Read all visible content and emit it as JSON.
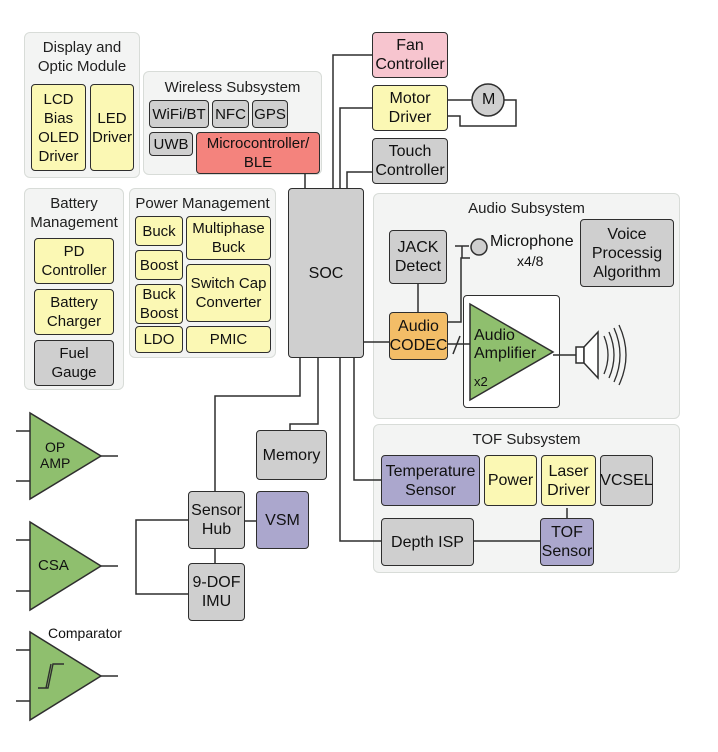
{
  "groups": {
    "display": {
      "title_line1": "Display and",
      "title_line2": "Optic Module"
    },
    "wireless": {
      "title": "Wireless Subsystem"
    },
    "battery": {
      "title_line1": "Battery",
      "title_line2": "Management"
    },
    "power": {
      "title": "Power Management"
    },
    "audio": {
      "title": "Audio Subsystem"
    },
    "tof": {
      "title": "TOF Subsystem"
    }
  },
  "blocks": {
    "lcd_bias_oled_driver": {
      "l1": "LCD",
      "l2": "Bias",
      "l3": "OLED",
      "l4": "Driver"
    },
    "led_driver": {
      "l1": "LED",
      "l2": "Driver"
    },
    "wifi_bt": "WiFi/BT",
    "nfc": "NFC",
    "gps": "GPS",
    "uwb": "UWB",
    "microcontroller_ble": {
      "l1": "Microcontroller/",
      "l2": "BLE"
    },
    "fan_controller": {
      "l1": "Fan",
      "l2": "Controller"
    },
    "motor_driver": {
      "l1": "Motor",
      "l2": "Driver"
    },
    "motor": "M",
    "touch_controller": {
      "l1": "Touch",
      "l2": "Controller"
    },
    "pd_controller": {
      "l1": "PD",
      "l2": "Controller"
    },
    "battery_charger": {
      "l1": "Battery",
      "l2": "Charger"
    },
    "fuel_gauge": {
      "l1": "Fuel",
      "l2": "Gauge"
    },
    "buck": "Buck",
    "multiphase_buck": {
      "l1": "Multiphase",
      "l2": "Buck"
    },
    "boost": "Boost",
    "buck_boost": {
      "l1": "Buck",
      "l2": "Boost"
    },
    "switch_cap_converter": {
      "l1": "Switch Cap",
      "l2": "Converter"
    },
    "ldo": "LDO",
    "pmic": "PMIC",
    "soc": "SOC",
    "jack_detect": {
      "l1": "JACK",
      "l2": "Detect"
    },
    "microphone": "Microphone",
    "microphone_count": "x4/8",
    "voice_algorithm": {
      "l1": "Voice",
      "l2": "Processig",
      "l3": "Algorithm"
    },
    "audio_codec": {
      "l1": "Audio",
      "l2": "CODEC"
    },
    "audio_amplifier": {
      "l1": "Audio",
      "l2": "Amplifier",
      "count": "x2"
    },
    "memory": "Memory",
    "temperature_sensor": {
      "l1": "Temperature",
      "l2": "Sensor"
    },
    "power": "Power",
    "laser_driver": {
      "l1": "Laser",
      "l2": "Driver"
    },
    "vcsel": "VCSEL",
    "depth_isp": "Depth ISP",
    "tof_sensor": {
      "l1": "TOF",
      "l2": "Sensor"
    },
    "sensor_hub": {
      "l1": "Sensor",
      "l2": "Hub"
    },
    "vsm": "VSM",
    "imu": {
      "l1": "9-DOF",
      "l2": "IMU"
    }
  },
  "amplifiers": {
    "op_amp": {
      "l1": "OP",
      "l2": "AMP"
    },
    "csa": "CSA",
    "comparator": "Comparator"
  },
  "colors": {
    "yellow": "#fbf8b4",
    "gray": "#cfcfcf",
    "red": "#f4837d",
    "pink": "#f7c5cf",
    "purple": "#aba7cd",
    "orange": "#f3bd67",
    "green": "#8fbf6e"
  }
}
